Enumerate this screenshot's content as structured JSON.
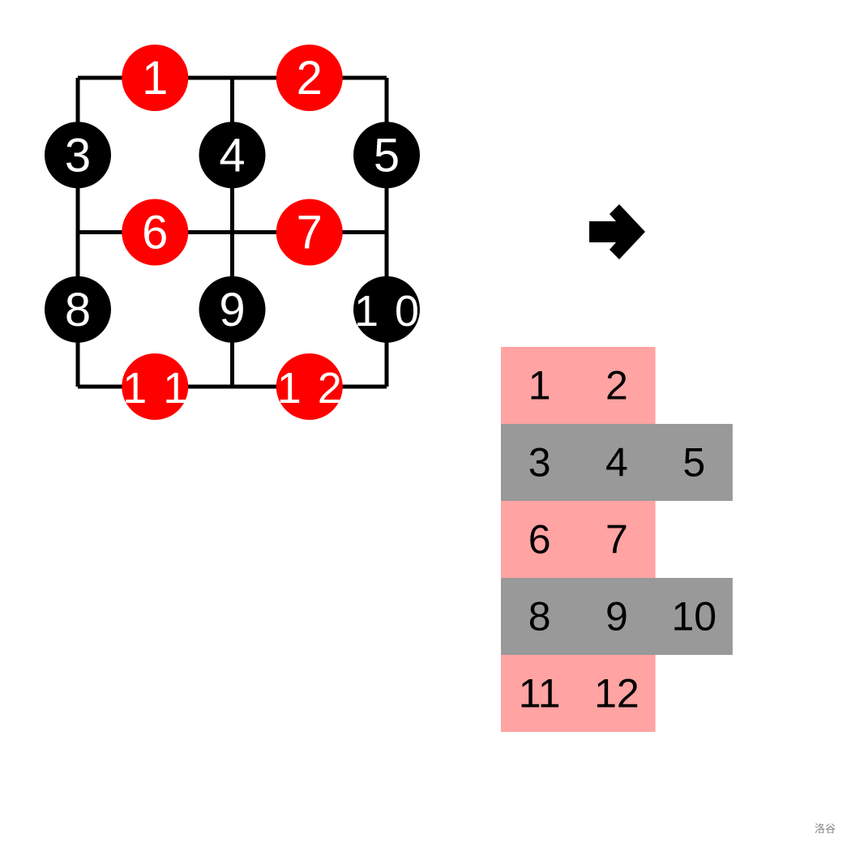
{
  "grid": {
    "red_color": "#ff0000",
    "black_color": "#000000",
    "nodes": [
      {
        "label": "1",
        "color": "red",
        "row": 0,
        "col": 0.5
      },
      {
        "label": "2",
        "color": "red",
        "row": 0,
        "col": 1.5
      },
      {
        "label": "3",
        "color": "black",
        "row": 0.5,
        "col": 0
      },
      {
        "label": "4",
        "color": "black",
        "row": 0.5,
        "col": 1
      },
      {
        "label": "5",
        "color": "black",
        "row": 0.5,
        "col": 2
      },
      {
        "label": "6",
        "color": "red",
        "row": 1,
        "col": 0.5
      },
      {
        "label": "7",
        "color": "red",
        "row": 1,
        "col": 1.5
      },
      {
        "label": "8",
        "color": "black",
        "row": 1.5,
        "col": 0
      },
      {
        "label": "9",
        "color": "black",
        "row": 1.5,
        "col": 1
      },
      {
        "label": "10",
        "color": "black",
        "row": 1.5,
        "col": 2
      },
      {
        "label": "11",
        "color": "red",
        "row": 2,
        "col": 0.5
      },
      {
        "label": "12",
        "color": "red",
        "row": 2,
        "col": 1.5
      }
    ]
  },
  "arrow": {
    "icon": "right-arrow-icon"
  },
  "table": {
    "pink_color": "#ffa3a3",
    "gray_color": "#999999",
    "rows": [
      {
        "color": "pink",
        "cells": [
          "1",
          "2"
        ]
      },
      {
        "color": "gray",
        "cells": [
          "3",
          "4",
          "5"
        ]
      },
      {
        "color": "pink",
        "cells": [
          "6",
          "7"
        ]
      },
      {
        "color": "gray",
        "cells": [
          "8",
          "9",
          "10"
        ]
      },
      {
        "color": "pink",
        "cells": [
          "11",
          "12"
        ]
      }
    ]
  },
  "watermark": "洛谷"
}
